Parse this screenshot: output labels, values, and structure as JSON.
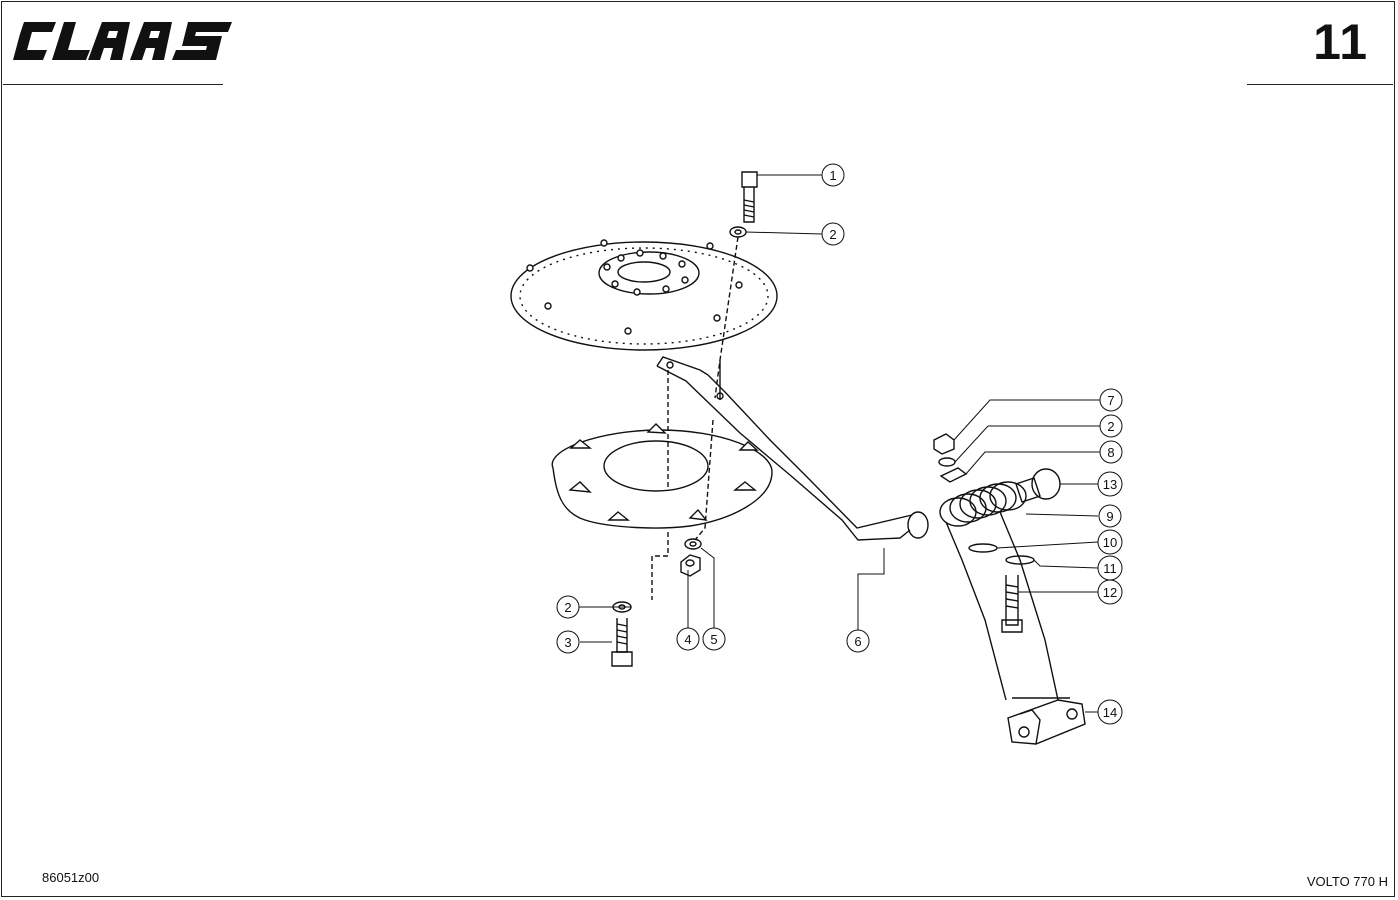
{
  "header": {
    "brand": "CLAAS",
    "page_number": "11"
  },
  "footer": {
    "drawing_number": "86051z00",
    "model": "VOLTO 770 H"
  },
  "callouts": [
    {
      "id": "c1",
      "label": "1"
    },
    {
      "id": "c2a",
      "label": "2"
    },
    {
      "id": "c7",
      "label": "7"
    },
    {
      "id": "c2b",
      "label": "2"
    },
    {
      "id": "c8",
      "label": "8"
    },
    {
      "id": "c13",
      "label": "13"
    },
    {
      "id": "c9",
      "label": "9"
    },
    {
      "id": "c10",
      "label": "10"
    },
    {
      "id": "c11",
      "label": "11"
    },
    {
      "id": "c12",
      "label": "12"
    },
    {
      "id": "c14",
      "label": "14"
    },
    {
      "id": "c2c",
      "label": "2"
    },
    {
      "id": "c3",
      "label": "3"
    },
    {
      "id": "c4",
      "label": "4"
    },
    {
      "id": "c5",
      "label": "5"
    },
    {
      "id": "c6",
      "label": "6"
    }
  ]
}
